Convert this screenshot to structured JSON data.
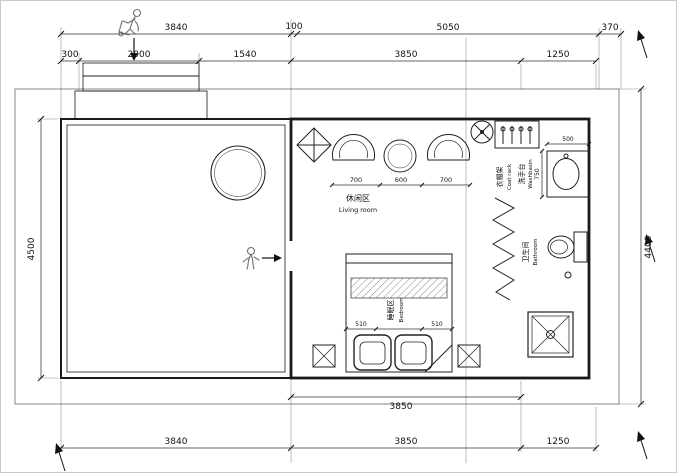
{
  "drawing": {
    "type": "floor-plan"
  },
  "dimensions": {
    "top_row_outer": [
      "3840",
      "100",
      "5050",
      "370"
    ],
    "top_row_inner": [
      "300",
      "2000",
      "1540",
      "3850",
      "1250"
    ],
    "left_total": "4500",
    "right_total": "4400",
    "bottom_inner": "3850",
    "bottom_row": [
      "3840",
      "3850",
      "1250"
    ],
    "living_furniture": [
      "700",
      "600",
      "700"
    ],
    "washbasin_width": "500",
    "washbasin_depth": "750",
    "bed_stools": [
      "510",
      "510"
    ]
  },
  "labels": {
    "living_zh": "休闲区",
    "living_en": "Living room",
    "bedroom_zh": "睡眠区",
    "bedroom_en": "Bedroom",
    "bathroom_zh": "卫生间",
    "bathroom_en": "Bathroom",
    "washbasin_zh": "洗手台",
    "washbasin_en": "Washbasin",
    "coatrack_zh": "衣帽架",
    "coatrack_en": "Coat rack"
  },
  "colors": {
    "line": "#1a1a1a",
    "light_line": "#8a8a8a",
    "background": "#ffffff"
  }
}
